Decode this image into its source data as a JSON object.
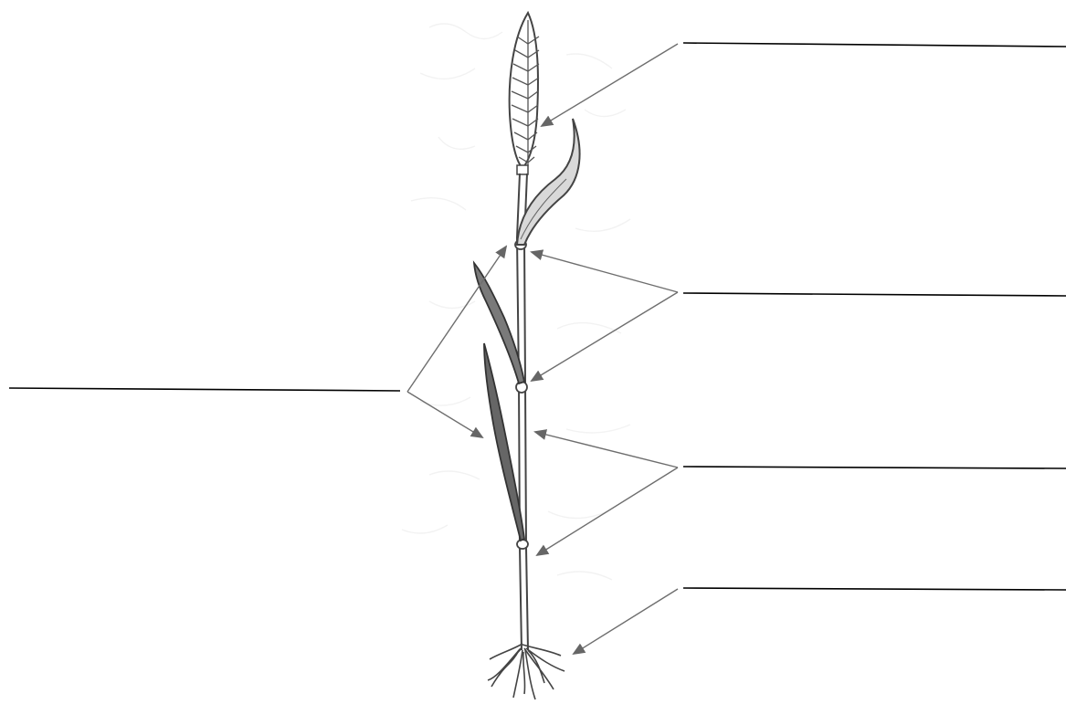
{
  "diagram": {
    "subject": "wheat-plant",
    "labels": [
      {
        "id": "label-1",
        "text": ""
      },
      {
        "id": "label-2",
        "text": ""
      },
      {
        "id": "label-3",
        "text": ""
      },
      {
        "id": "label-4",
        "text": ""
      },
      {
        "id": "label-5",
        "text": ""
      }
    ],
    "colors": {
      "line": "#000000",
      "pointer": "#6e6e6e",
      "drawing": "#444444",
      "background": "#ffffff"
    }
  }
}
